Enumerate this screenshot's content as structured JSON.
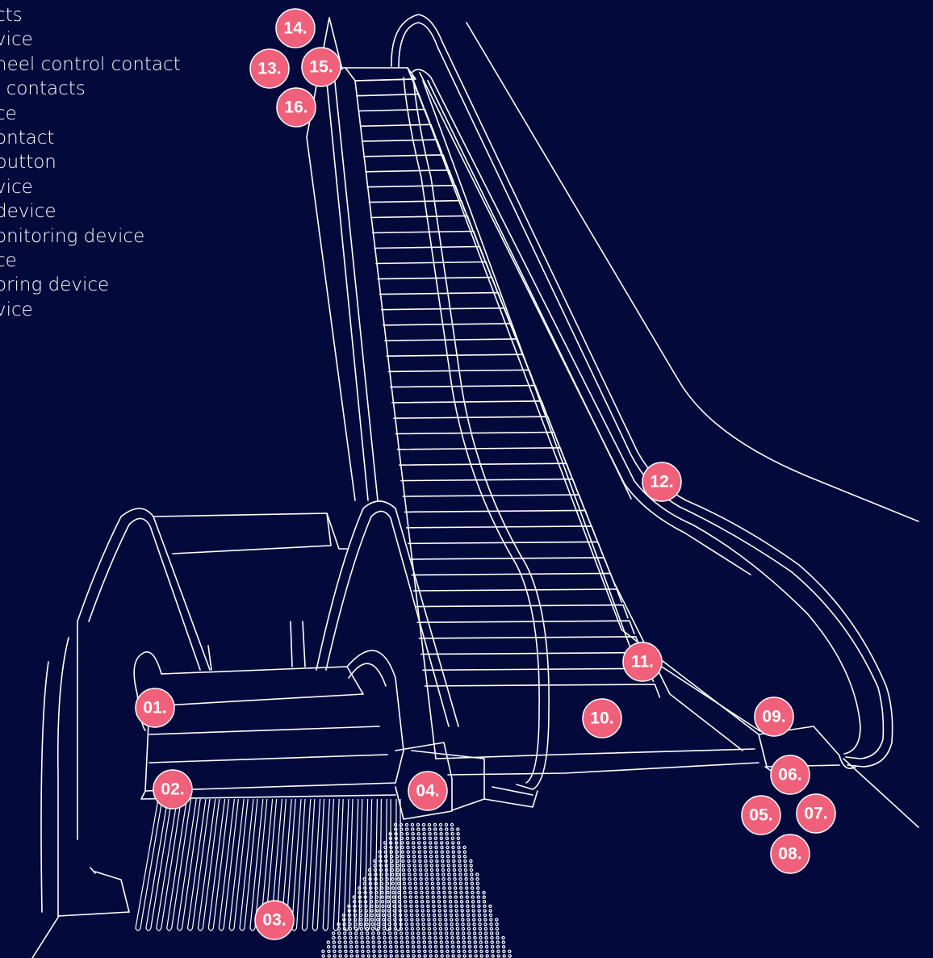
{
  "legend": [
    "cts",
    "vice",
    "heel control contact",
    "l contacts",
    "ce",
    "ontact",
    "button",
    "vice",
    "device",
    "onitoring device",
    "ce",
    "oring device",
    "vice"
  ],
  "markers": [
    "01.",
    "02.",
    "03.",
    "04.",
    "05.",
    "06.",
    "07.",
    "08.",
    "09.",
    "10.",
    "11.",
    "12.",
    "13.",
    "14.",
    "15.",
    "16."
  ],
  "colors": {
    "background": "#030a3b",
    "line": "#ffffff",
    "marker": "#f0607a"
  }
}
